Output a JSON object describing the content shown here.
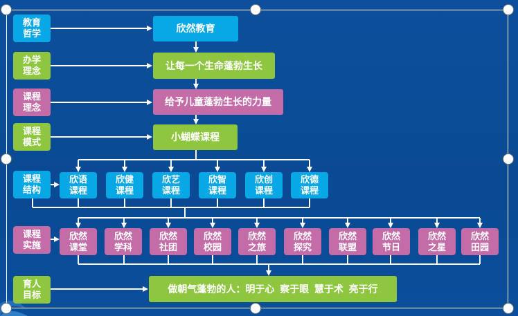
{
  "colors": {
    "cyan": "#08a7e5",
    "green": "#8ec63f",
    "pink": "#c36ca7",
    "background": "#0b4c98"
  },
  "rows": {
    "philosophy": {
      "label": "教育\n哲学",
      "value": "欣然教育"
    },
    "mission": {
      "label": "办学\n理念",
      "value": "让每一个生命蓬勃生长"
    },
    "curriculum_idea": {
      "label": "课程\n理念",
      "value": "给予儿童蓬勃生长的力量"
    },
    "curriculum_mode": {
      "label": "课程\n模式",
      "value": "小蝴蝶课程"
    },
    "structure": {
      "label": "课程\n结构",
      "items": [
        "欣语\n课程",
        "欣健\n课程",
        "欣艺\n课程",
        "欣智\n课程",
        "欣创\n课程",
        "欣德\n课程"
      ]
    },
    "implementation": {
      "label": "课程\n实施",
      "items": [
        "欣然\n课堂",
        "欣然\n学科",
        "欣然\n社团",
        "欣然\n校园",
        "欣然\n之旅",
        "欣然\n探究",
        "欣然\n联盟",
        "欣然\n节日",
        "欣然\n之星",
        "欣然\n田园"
      ]
    },
    "goal": {
      "label": "育人\n目标",
      "value": "做朝气蓬勃的人：明于心  察于眼  慧于术  亮于行"
    }
  }
}
